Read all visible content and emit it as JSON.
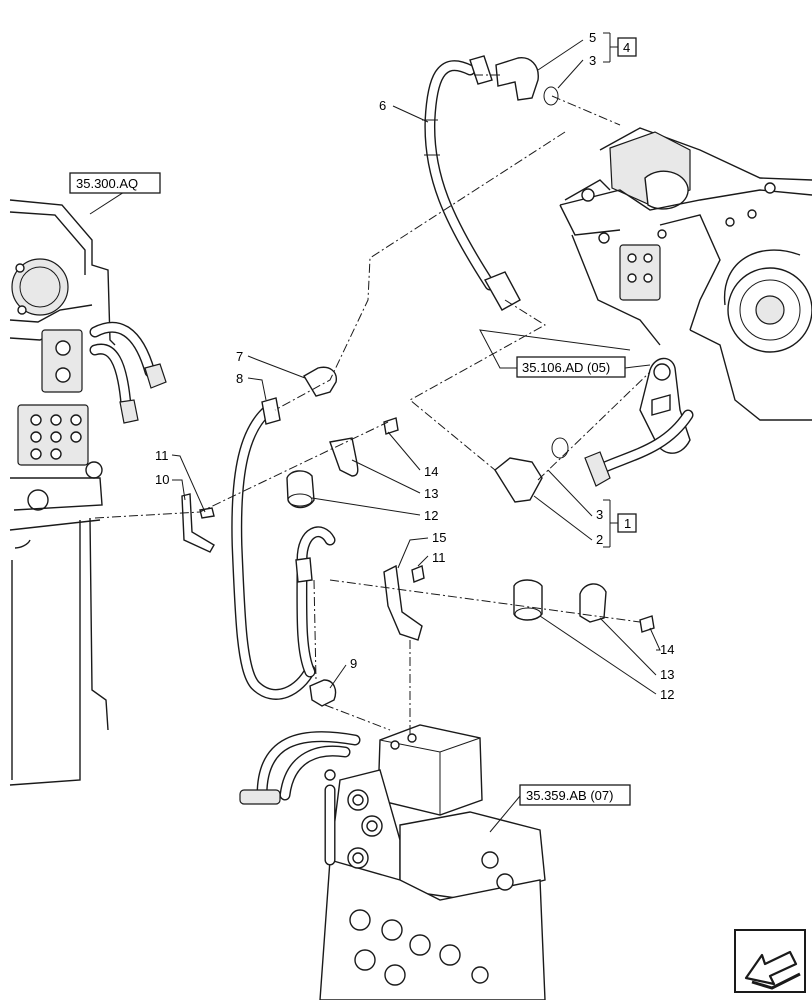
{
  "callouts": {
    "c5": "5",
    "c3_top": "3",
    "c4": "4",
    "c6": "6",
    "c7": "7",
    "c8": "8",
    "c14_a": "14",
    "c13_a": "13",
    "c12_a": "12",
    "c11_a": "11",
    "c10": "10",
    "c3_mid": "3",
    "c2": "2",
    "c1": "1",
    "c15": "15",
    "c11_b": "11",
    "c14_b": "14",
    "c13_b": "13",
    "c12_b": "12",
    "c9": "9"
  },
  "references": {
    "ref_35300AQ": "35.300.AQ",
    "ref_35106AD": "35.106.AD (05)",
    "ref_35359AB": "35.359.AB (07)"
  },
  "icons": {
    "nav": "view-direction-arrow-icon"
  }
}
